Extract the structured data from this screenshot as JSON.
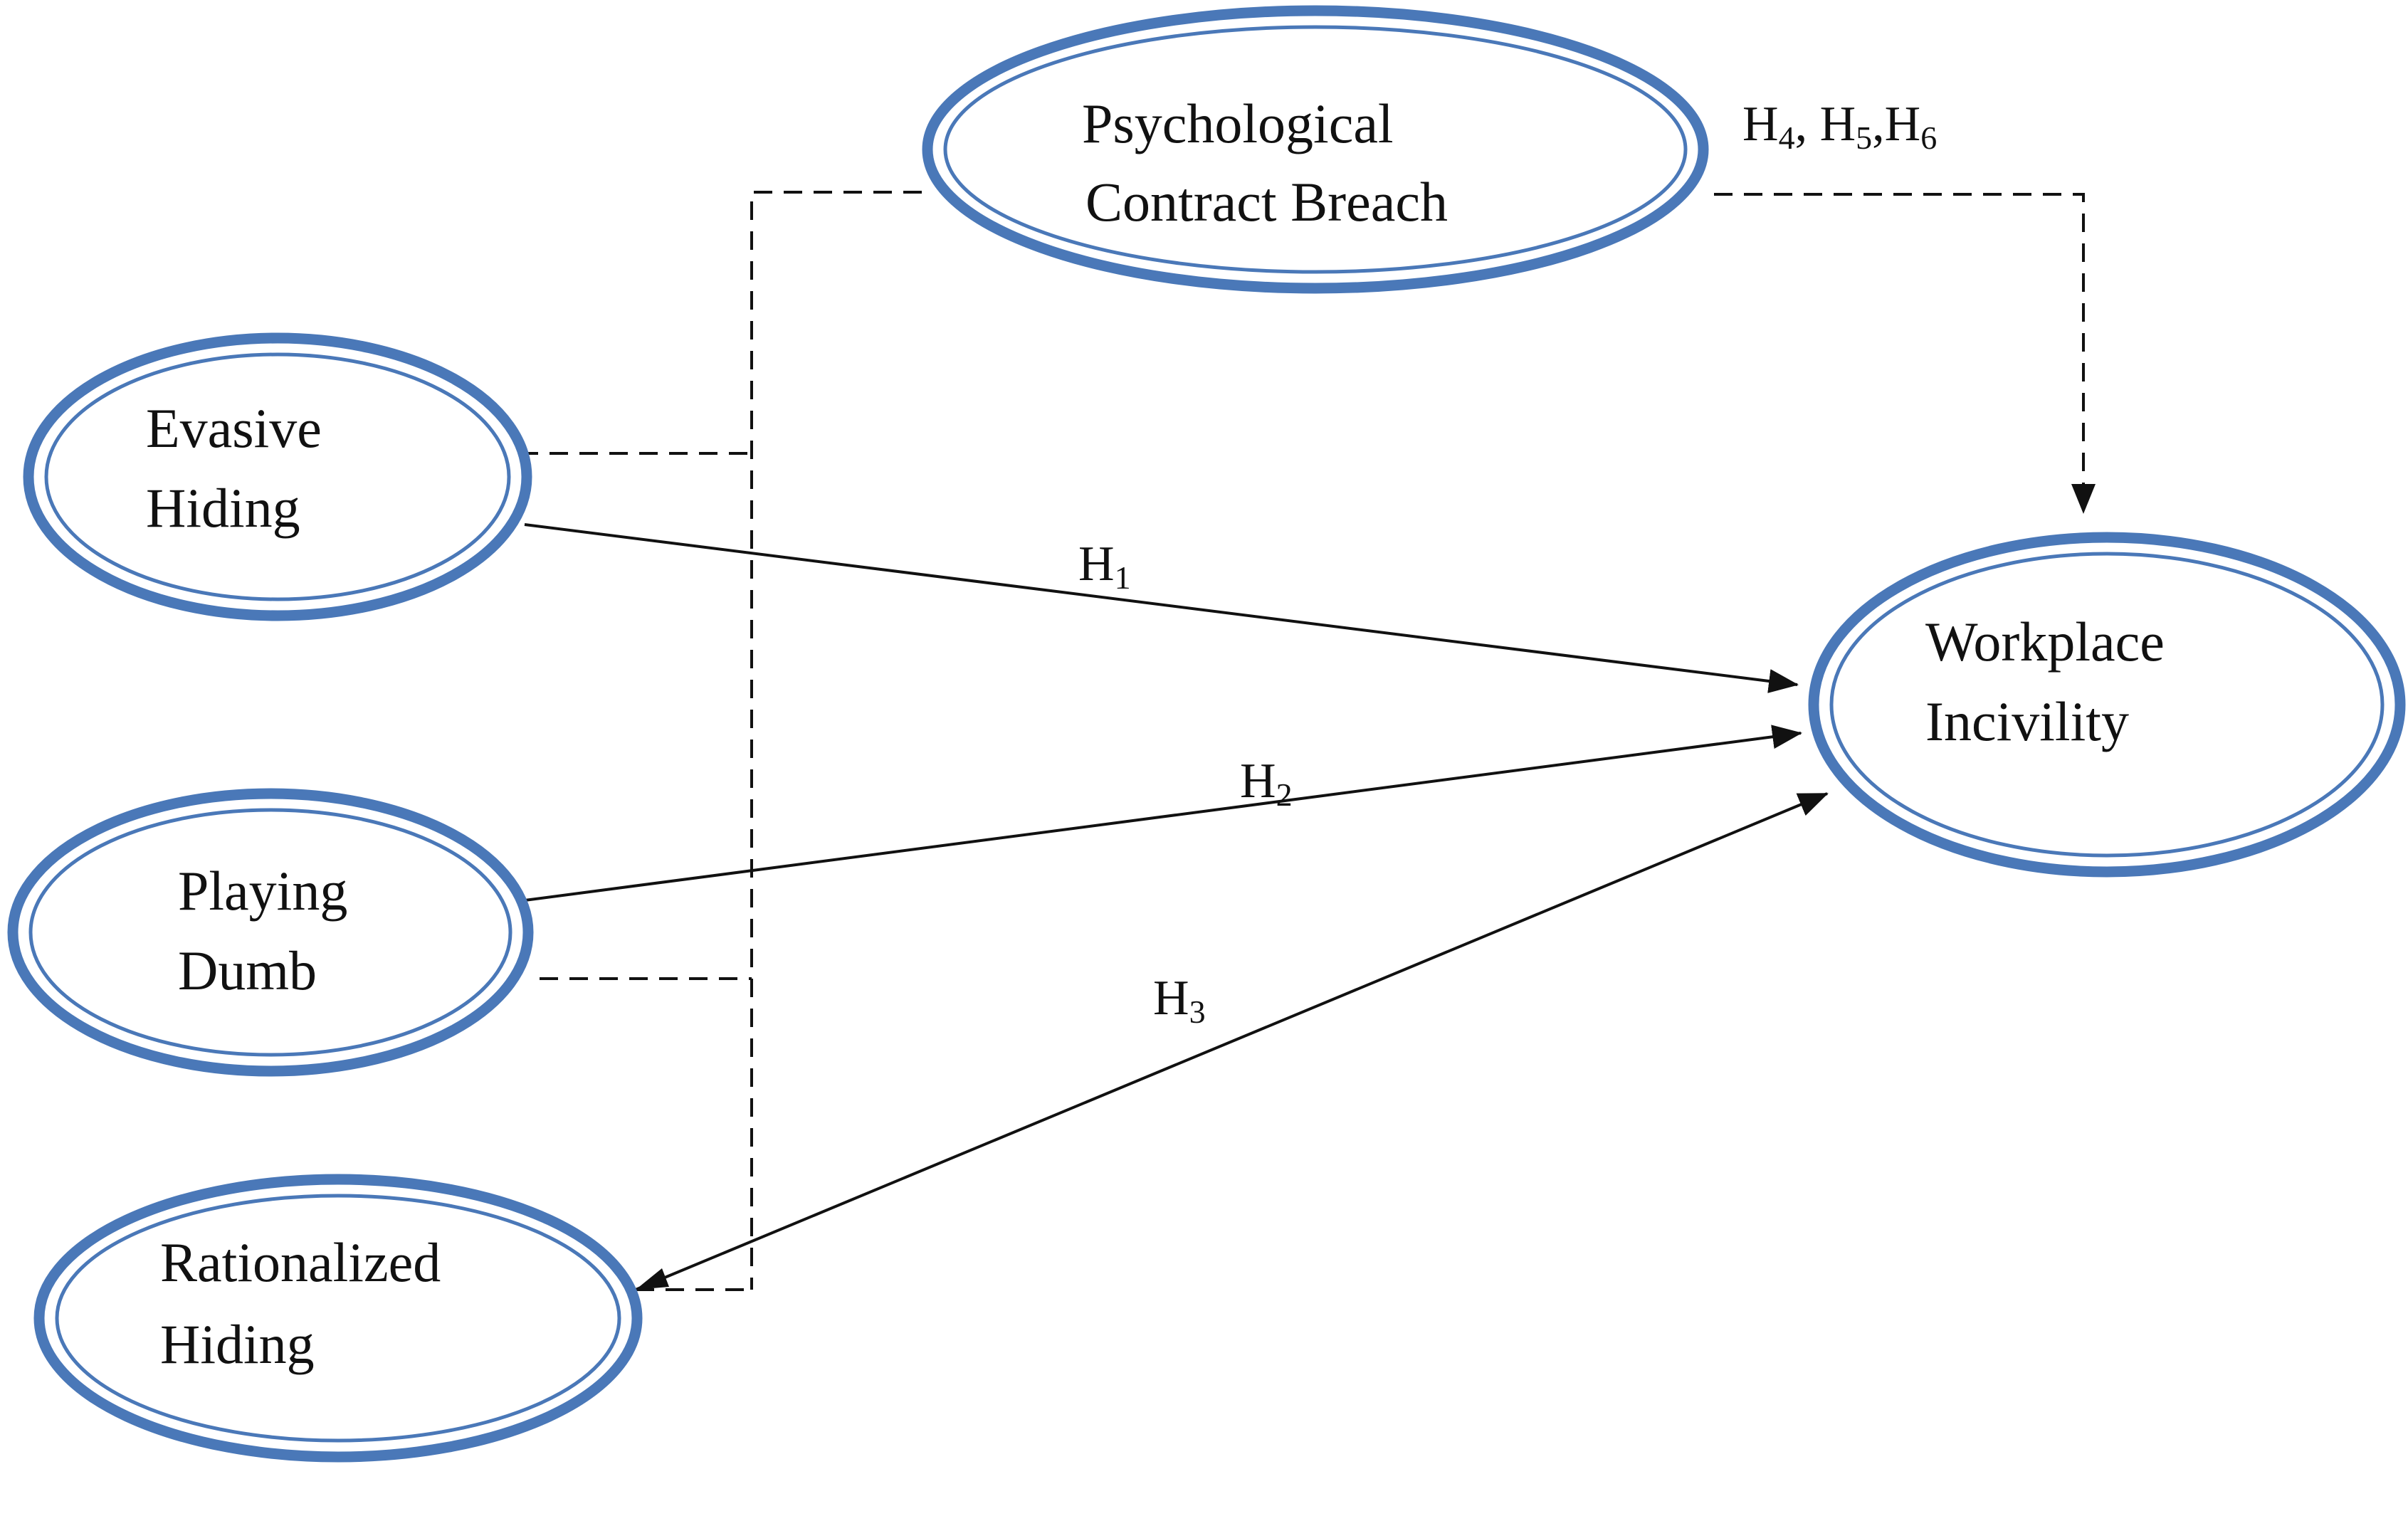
{
  "colors": {
    "node_ring": "#4a78b8",
    "line": "#111111",
    "background": "#ffffff"
  },
  "nodes": {
    "psychological_contract_breach": {
      "line1": "Psychological",
      "line2": "Contract Breach"
    },
    "evasive_hiding": {
      "line1": "Evasive",
      "line2": "Hiding"
    },
    "playing_dumb": {
      "line1": "Playing",
      "line2": "Dumb"
    },
    "rationalized_hiding": {
      "line1": "Rationalized",
      "line2": "Hiding"
    },
    "workplace_incivility": {
      "line1": "Workplace",
      "line2": "Incivility"
    }
  },
  "edges": {
    "h1": {
      "base": "H",
      "sub": "1"
    },
    "h2": {
      "base": "H",
      "sub": "2"
    },
    "h3": {
      "base": "H",
      "sub": "3"
    },
    "moderation": {
      "h4_base": "H",
      "h4_sub": "4",
      "sep1": ", ",
      "h5_base": "H",
      "h5_sub": "5",
      "sep2": ",",
      "h6_base": "H",
      "h6_sub": "6"
    }
  }
}
